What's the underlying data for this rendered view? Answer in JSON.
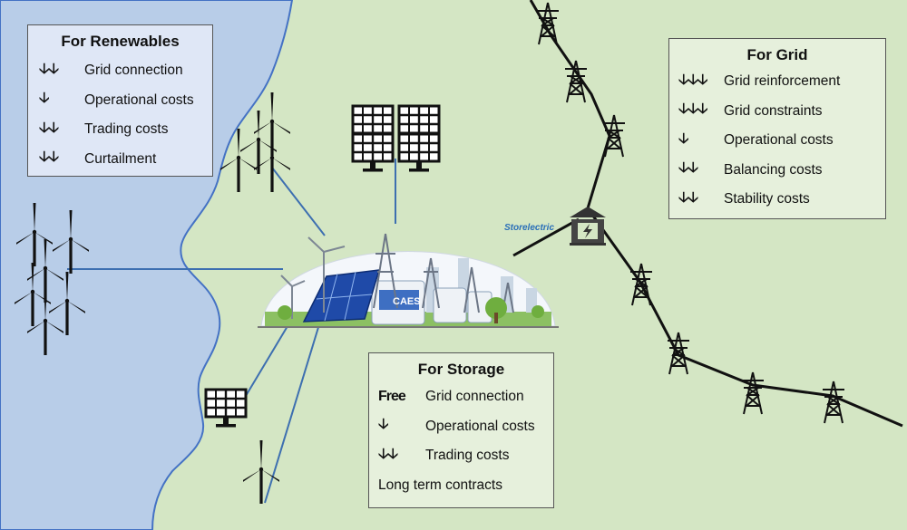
{
  "colors": {
    "sea": "#b8cde8",
    "land": "#d4e6c4",
    "coast": "#4472c4",
    "line": "#3d6fb0",
    "grid_line": "#111111"
  },
  "renewables": {
    "title": "For Renewables",
    "rows": [
      {
        "mark": "🡣🡣",
        "label": "Grid connection"
      },
      {
        "mark": "🡣",
        "label": "Operational costs"
      },
      {
        "mark": "🡣🡣",
        "label": "Trading costs"
      },
      {
        "mark": "🡣🡣",
        "label": "Curtailment"
      }
    ]
  },
  "grid": {
    "title": "For Grid",
    "rows": [
      {
        "mark": "🡣🡣🡣",
        "label": "Grid reinforcement"
      },
      {
        "mark": "🡣🡣🡣",
        "label": "Grid constraints"
      },
      {
        "mark": "🡣",
        "label": "Operational costs"
      },
      {
        "mark": "🡣🡣",
        "label": "Balancing costs"
      },
      {
        "mark": "🡣🡣",
        "label": "Stability costs"
      }
    ]
  },
  "storage": {
    "title": "For Storage",
    "rows": [
      {
        "mark": "Free",
        "label": "Grid connection"
      },
      {
        "mark": "🡣",
        "label": "Operational costs"
      },
      {
        "mark": "🡣🡣",
        "label": "Trading costs"
      }
    ],
    "footer": "Long term contracts"
  },
  "hub": {
    "brand": "Storelectric",
    "caes": "CAES"
  },
  "icons": [
    "wind-turbine-icon",
    "solar-panel-icon",
    "pylon-icon",
    "substation-icon",
    "storage-hub-icon"
  ]
}
